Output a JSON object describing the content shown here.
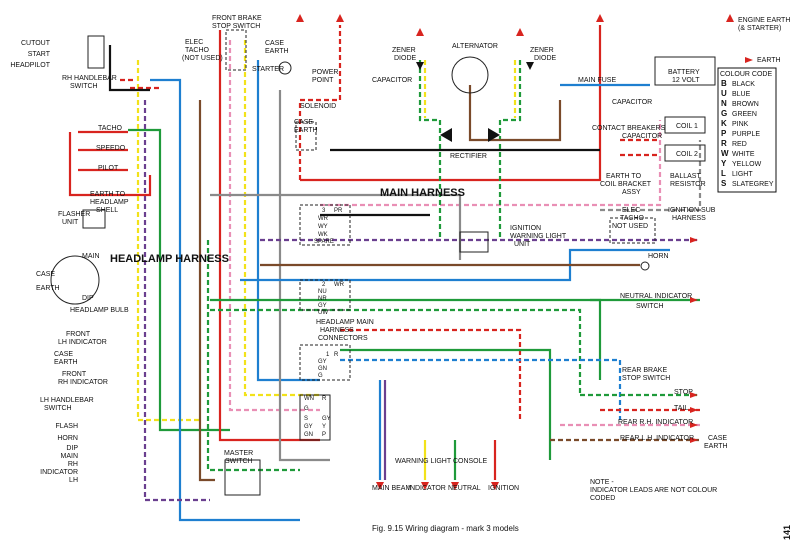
{
  "caption": "Fig. 9.15  Wiring diagram - mark 3 models",
  "page_number": "141",
  "sections": {
    "main_harness": "MAIN  HARNESS",
    "headlamp_harness": "HEADLAMP HARNESS",
    "headlamp_main_connectors": [
      "HEADLAMP MAIN",
      "HARNESS",
      "CONNECTORS"
    ],
    "lighting_console": "WARNING  LIGHT  CONSOLE"
  },
  "components": {
    "rh_switch_items": [
      "CUTOUT",
      "START",
      "HEADPILOT"
    ],
    "rh_switch_title": [
      "RH HANDLEBAR",
      "SWITCH"
    ],
    "front_brake": [
      "FRONT BRAKE",
      "STOP SWITCH"
    ],
    "elec_tacho": [
      "ELEC",
      "TACHO",
      "(NOT USED)"
    ],
    "case_earth_top": [
      "CASE",
      "EARTH"
    ],
    "starter": "STARTER",
    "power_point": [
      "POWER",
      "POINT"
    ],
    "solenoid": "SOLENOID",
    "case_earth_solenoid": [
      "CASE",
      "EARTH"
    ],
    "capacitor_top": "CAPACITOR",
    "zener_left": [
      "ZENER",
      "DIODE"
    ],
    "zener_right": [
      "ZENER",
      "DIODE"
    ],
    "alternator": "ALTERNATOR",
    "rectifier": "RECTIFIER",
    "engine_earth": [
      "ENGINE EARTH",
      "(& STARTER)"
    ],
    "earth_top": "EARTH",
    "main_fuse": "MAIN FUSE",
    "battery": [
      "BATTERY",
      "12 VOLT"
    ],
    "capacitor_mid": "CAPACITOR",
    "contact_breakers": "CONTACT BREAKERS",
    "capacitor_low": "CAPACITOR",
    "coil1": "COIL 1",
    "coil2": "COIL 2",
    "earth_coil_bracket": [
      "EARTH TO",
      "COIL BRACKET",
      "ASSY"
    ],
    "ballast_resistor": [
      "BALLAST",
      "RESISTOR"
    ],
    "elec_tacho2": [
      "ELEC",
      "TACHO",
      "NOT USED"
    ],
    "ignition_sub_harness": [
      "IGNITION SUB",
      "HARNESS"
    ],
    "ignition_warning": [
      "IGNITION",
      "WARNING LIGHT",
      "UNIT"
    ],
    "horn": "HORN",
    "neutral_indicator": [
      "NEUTRAL INDICATOR",
      "SWITCH"
    ],
    "rear_brake": [
      "REAR BRAKE",
      "STOP SWITCH"
    ],
    "stop": "STOP",
    "tail": "TAIL",
    "rear_rh": "REAR R.H. INDICATOR",
    "rear_lh": "REAR L.H. INDICATOR",
    "case_earth_rear": [
      "CASE",
      "EARTH"
    ],
    "note": [
      "NOTE -",
      "INDICATOR LEADS ARE NOT COLOUR",
      "CODED"
    ],
    "console_items": [
      "MAIN BEAM",
      "INDICATOR",
      "NEUTRAL",
      "IGNITION"
    ],
    "master_switch": [
      "MASTER",
      "SWITCH"
    ],
    "lh_switch_title": [
      "LH HANDLEBAR",
      "SWITCH"
    ],
    "lh_switch_items": [
      "FLASH",
      "HORN",
      "DIP",
      "MAIN",
      "RH",
      "INDICATOR",
      "LH"
    ],
    "front_lh": [
      "FRONT",
      "LH INDICATOR"
    ],
    "front_rh": [
      "FRONT",
      "RH INDICATOR"
    ],
    "case_earth_front": [
      "CASE",
      "EARTH"
    ],
    "tacho": "TACHO",
    "speedo": "SPEEDO",
    "pilot": "PILOT",
    "earth_headlamp": [
      "EARTH TO",
      "HEADLAMP",
      "SHELL"
    ],
    "flasher_unit": [
      "FLASHER",
      "UNIT"
    ],
    "headlamp_bulb": "HEADLAMP BULB",
    "hl_main": "MAIN",
    "hl_dip": "DIP",
    "hl_case_earth": [
      "CASE",
      "EARTH"
    ],
    "connector_block_labels": [
      "3",
      "PR",
      "WR",
      "WY",
      "WK",
      "SPARE",
      "2",
      "WR",
      "NU",
      "NR",
      "GY",
      "UW",
      "1",
      "R",
      "GY",
      "GN",
      "G",
      "WN",
      "R",
      "G",
      "S",
      "GY",
      "GN",
      "GY",
      "Y",
      "P"
    ]
  },
  "colour_code": {
    "title": "COLOUR CODE",
    "entries": [
      {
        "code": "B",
        "name": "BLACK"
      },
      {
        "code": "U",
        "name": "BLUE"
      },
      {
        "code": "N",
        "name": "BROWN"
      },
      {
        "code": "G",
        "name": "GREEN"
      },
      {
        "code": "K",
        "name": "PINK"
      },
      {
        "code": "P",
        "name": "PURPLE"
      },
      {
        "code": "R",
        "name": "RED"
      },
      {
        "code": "W",
        "name": "WHITE"
      },
      {
        "code": "Y",
        "name": "YELLOW"
      },
      {
        "code": "L",
        "name": "LIGHT"
      },
      {
        "code": "S",
        "name": "SLATEGREY"
      }
    ]
  },
  "wire_colors": {
    "red": "#d8241f",
    "green": "#1f9a3a",
    "blue": "#1e7fd0",
    "yellow": "#f2e21a",
    "purple": "#6a3f8f",
    "brown": "#7a4a2a",
    "pink": "#e98fb5",
    "black": "#111111",
    "white": "#cfcfcf",
    "grey": "#8a8a8a"
  }
}
